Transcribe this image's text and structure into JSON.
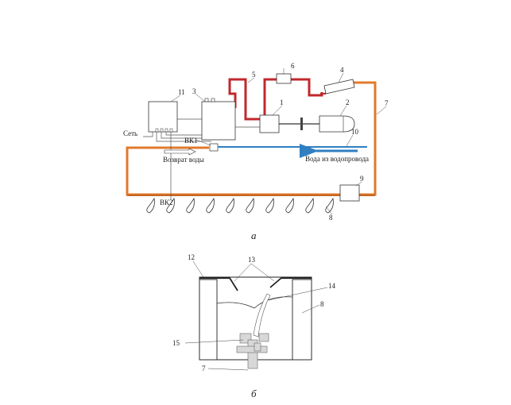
{
  "figure_a": {
    "caption": "а",
    "labels": {
      "n1": "1",
      "n2": "2",
      "n3": "3",
      "n4": "4",
      "n5": "5",
      "n6": "6",
      "n7": "7",
      "n8": "8",
      "n9": "9",
      "n10": "10",
      "n11": "11",
      "set": "Сеть",
      "vk1": "ВК1",
      "vk2": "ВК2",
      "return_water": "Возврат воды",
      "water_supply": "Вода из водопровода"
    },
    "colors": {
      "pipe_orange": "#e07a2c",
      "pipe_red": "#c0282d",
      "water_blue": "#2f7fc1"
    },
    "nozzle_count": 10
  },
  "figure_b": {
    "caption": "б",
    "labels": {
      "n12": "12",
      "n13": "13",
      "n14": "14",
      "n8": "8",
      "n15": "15",
      "n7": "7"
    }
  }
}
